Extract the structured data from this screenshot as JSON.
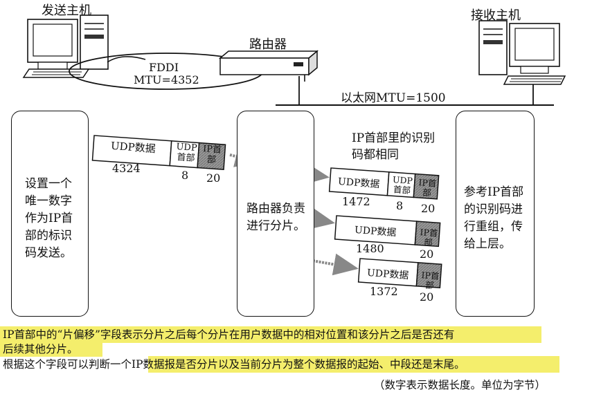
{
  "hosts": {
    "sender": "发送主机",
    "receiver": "接收主机"
  },
  "router_label": "路由器",
  "fddi": {
    "name": "FDDI",
    "mtu": "MTU=4352"
  },
  "ethernet": "以太网MTU=1500",
  "left_box": [
    "设置一个",
    "唯一数字",
    "作为IP首",
    "部的标识",
    "码发送。"
  ],
  "middle_box": [
    "路由器负责",
    "进行分片。"
  ],
  "right_box": [
    "参考IP首部",
    "的识别码进",
    "行重组，传",
    "给上层。"
  ],
  "id_note": [
    "IP首部里的识别",
    "码都相同"
  ],
  "original_packet": {
    "data_label": "UDP数据",
    "udp_label": "UDP首部",
    "ip_label": "IP首部",
    "data_len": "4324",
    "udp_len": "8",
    "ip_len": "20"
  },
  "fragments": [
    {
      "data_label": "UDP数据",
      "udp_label": "UDP首部",
      "ip_label": "IP首部",
      "data_len": "1472",
      "udp_len": "8",
      "ip_len": "20"
    },
    {
      "data_label": "UDP数据",
      "ip_label": "IP首部",
      "data_len": "1480",
      "ip_len": "20"
    },
    {
      "data_label": "UDP数据",
      "ip_label": "IP首部",
      "data_len": "1372",
      "ip_len": "20"
    }
  ],
  "caption": {
    "line1": "IP首部中的“片偏移”字段表示分片之后每个分片在用户数据中的相对位置和该分片之后是否还有",
    "line2": "后续其他分片。",
    "line3": "根据这个字段可以判断一个IP数据报是否分片以及当前分片为整个数据报的起始、中段还是末尾。",
    "note": "（数字表示数据长度。单位为字节）"
  },
  "colors": {
    "highlight": "#f3ec5c",
    "header_fill": "#8a8a8a",
    "arrow": "#888888"
  }
}
